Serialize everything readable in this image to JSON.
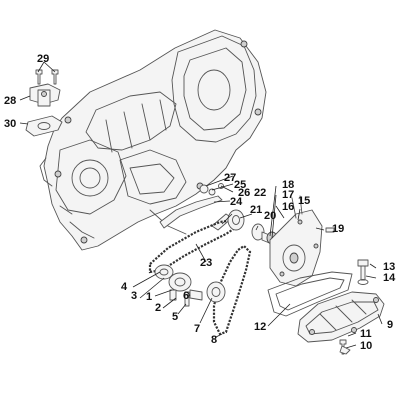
{
  "callouts": [
    {
      "id": "c1",
      "text": "1"
    },
    {
      "id": "c2",
      "text": "2"
    },
    {
      "id": "c3",
      "text": "3"
    },
    {
      "id": "c4",
      "text": "4"
    },
    {
      "id": "c5",
      "text": "5"
    },
    {
      "id": "c6",
      "text": "6"
    },
    {
      "id": "c7",
      "text": "7"
    },
    {
      "id": "c8",
      "text": "8"
    },
    {
      "id": "c9",
      "text": "9"
    },
    {
      "id": "c10",
      "text": "10"
    },
    {
      "id": "c11",
      "text": "11"
    },
    {
      "id": "c12",
      "text": "12"
    },
    {
      "id": "c13",
      "text": "13"
    },
    {
      "id": "c14",
      "text": "14"
    },
    {
      "id": "c15",
      "text": "15"
    },
    {
      "id": "c16",
      "text": "16"
    },
    {
      "id": "c17",
      "text": "17"
    },
    {
      "id": "c18",
      "text": "18"
    },
    {
      "id": "c19",
      "text": "19"
    },
    {
      "id": "c20",
      "text": "20"
    },
    {
      "id": "c21",
      "text": "21"
    },
    {
      "id": "c22",
      "text": "22"
    },
    {
      "id": "c23",
      "text": "23"
    },
    {
      "id": "c24",
      "text": "24"
    },
    {
      "id": "c25",
      "text": "25"
    },
    {
      "id": "c26",
      "text": "26"
    },
    {
      "id": "c27",
      "text": "27"
    },
    {
      "id": "c28",
      "text": "28"
    },
    {
      "id": "c29",
      "text": "29"
    },
    {
      "id": "c30",
      "text": "30"
    }
  ],
  "colors": {
    "line": "#555555",
    "text": "#111111",
    "background": "#ffffff"
  }
}
